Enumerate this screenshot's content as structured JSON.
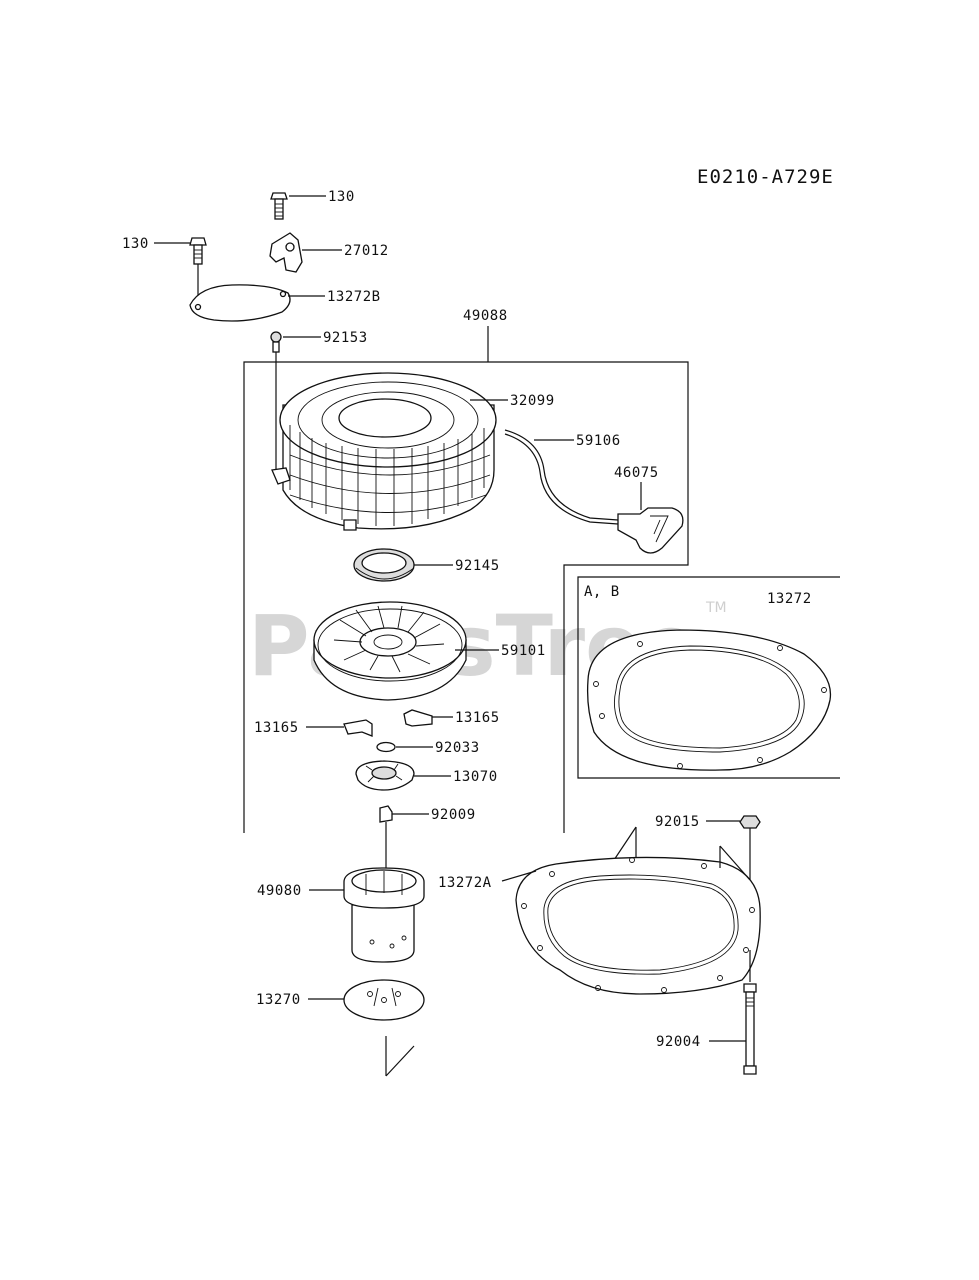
{
  "diagram": {
    "diagram_code": "E0210-A729E",
    "watermark": "PartsTree",
    "watermark_tm": "TM",
    "inset": {
      "note": "A, B",
      "part": "13272"
    },
    "callouts": {
      "p130_top": "130",
      "p130_left": "130",
      "p27012": "27012",
      "p13272B": "13272B",
      "p92153": "92153",
      "p49088": "49088",
      "p32099": "32099",
      "p59106": "59106",
      "p46075": "46075",
      "p92145": "92145",
      "p59101": "59101",
      "p13165_left": "13165",
      "p13165_right": "13165",
      "p92033": "92033",
      "p13070": "13070",
      "p92009": "92009",
      "p92015": "92015",
      "p13272A": "13272A",
      "p49080": "49080",
      "p13270": "13270",
      "p92004": "92004"
    }
  }
}
